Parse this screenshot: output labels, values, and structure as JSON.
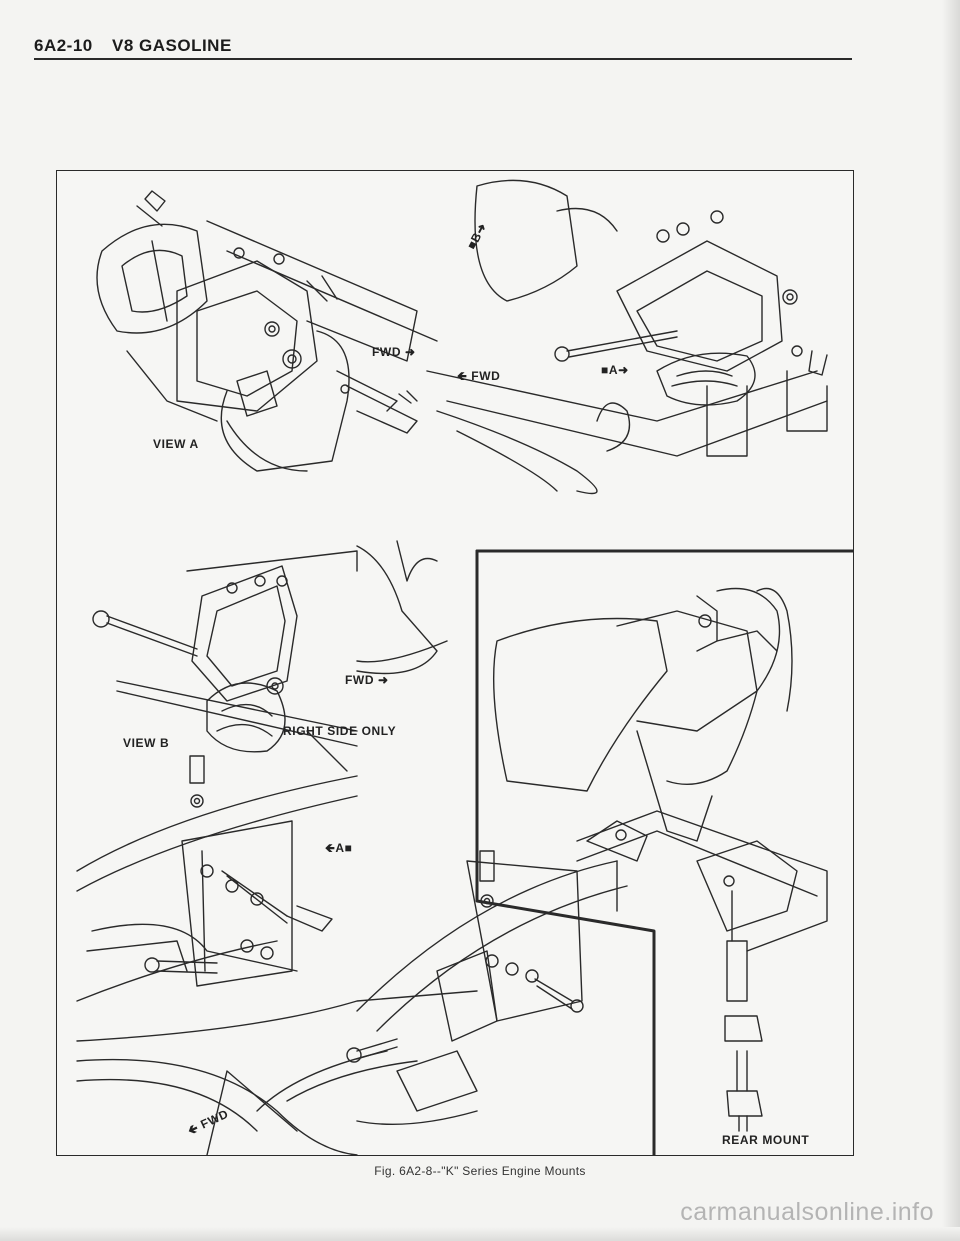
{
  "header": {
    "section": "6A2-10",
    "title": "V8 GASOLINE"
  },
  "figure": {
    "labels": {
      "view_a": "VIEW A",
      "view_b": "VIEW B",
      "fwd": "FWD",
      "right_side_only": "RIGHT SIDE ONLY",
      "a_marker": "A",
      "b_marker": "B",
      "rear_mount": "REAR MOUNT"
    },
    "caption": "Fig. 6A2-8--\"K\" Series Engine Mounts"
  },
  "watermark": "carmanualsonline.info"
}
